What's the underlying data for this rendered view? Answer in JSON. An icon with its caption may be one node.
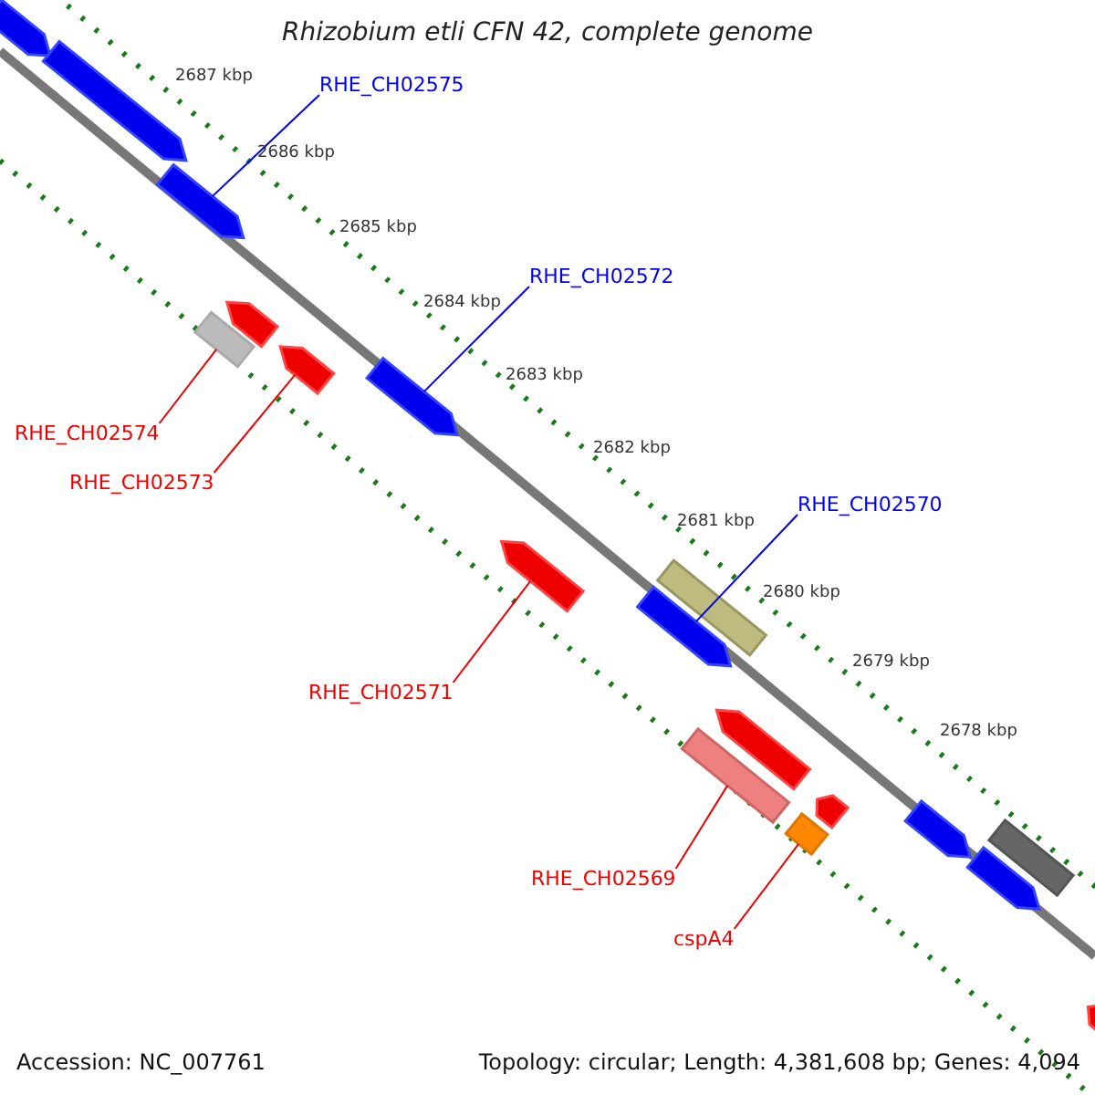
{
  "diagram": {
    "title": "Rhizobium etli CFN 42, complete genome",
    "nodes": [
      {
        "text": [
          "RHE_CH02575"
        ]
      },
      {
        "text": [
          "RHE_CH02572"
        ]
      },
      {
        "text": [
          "RHE_CH02574"
        ]
      },
      {
        "text": [
          "RHE_CH02573"
        ]
      },
      {
        "text": [
          "RHE_CH02570"
        ]
      },
      {
        "text": [
          "RHE_CH02571"
        ]
      },
      {
        "text": [
          "RHE_CH02569"
        ]
      },
      {
        "text": [
          "cspA4"
        ]
      },
      {
        "text": [],
        "shape": "arrow"
      },
      {
        "text": [],
        "shape": "arrow"
      },
      {
        "text": [],
        "shape": "bar"
      },
      {
        "text": [],
        "shape": "arrow"
      },
      {
        "text": [],
        "shape": "arrow"
      },
      {
        "text": [],
        "shape": "arrow"
      },
      {
        "text": [],
        "shape": "bar"
      },
      {
        "text": [],
        "shape": "bar"
      },
      {
        "text": [],
        "shape": "arrow"
      },
      {
        "text": [],
        "shape": "arrow"
      },
      {
        "text": [],
        "shape": "arrow"
      },
      {
        "text": [],
        "shape": "bar"
      },
      {
        "text": [],
        "shape": "arrow"
      },
      {
        "text": [],
        "shape": "arrow"
      },
      {
        "text": [],
        "shape": "arrow"
      },
      {
        "text": [],
        "shape": "arrow"
      },
      {
        "text": [],
        "shape": "bar"
      },
      {
        "text": [],
        "shape": "arrow"
      }
    ],
    "edges": [
      {
        "from": 0,
        "to": 8,
        "arrow": "none",
        "color": "#0000ee"
      },
      {
        "from": 1,
        "to": 9,
        "arrow": "none",
        "color": "#0000ee"
      },
      {
        "from": 2,
        "to": 10,
        "arrow": "none"
      },
      {
        "from": 3,
        "to": 11,
        "arrow": "none"
      },
      {
        "from": 4,
        "to": 12,
        "arrow": "none",
        "color": "#0000ee"
      },
      {
        "from": 5,
        "to": 13,
        "arrow": "none"
      },
      {
        "from": 6,
        "to": 14,
        "arrow": "none"
      },
      {
        "from": 7,
        "to": 15,
        "arrow": "none"
      }
    ],
    "labels": [
      "2687 kbp",
      "2686 kbp",
      "2685 kbp",
      "2684 kbp",
      "2683 kbp",
      "2682 kbp",
      "2681 kbp",
      "2680 kbp",
      "2679 kbp",
      "2678 kbp",
      "Accession: NC_007761",
      "Topology: circular; Length: 4,381,608 bp; Genes: 4,094"
    ]
  }
}
